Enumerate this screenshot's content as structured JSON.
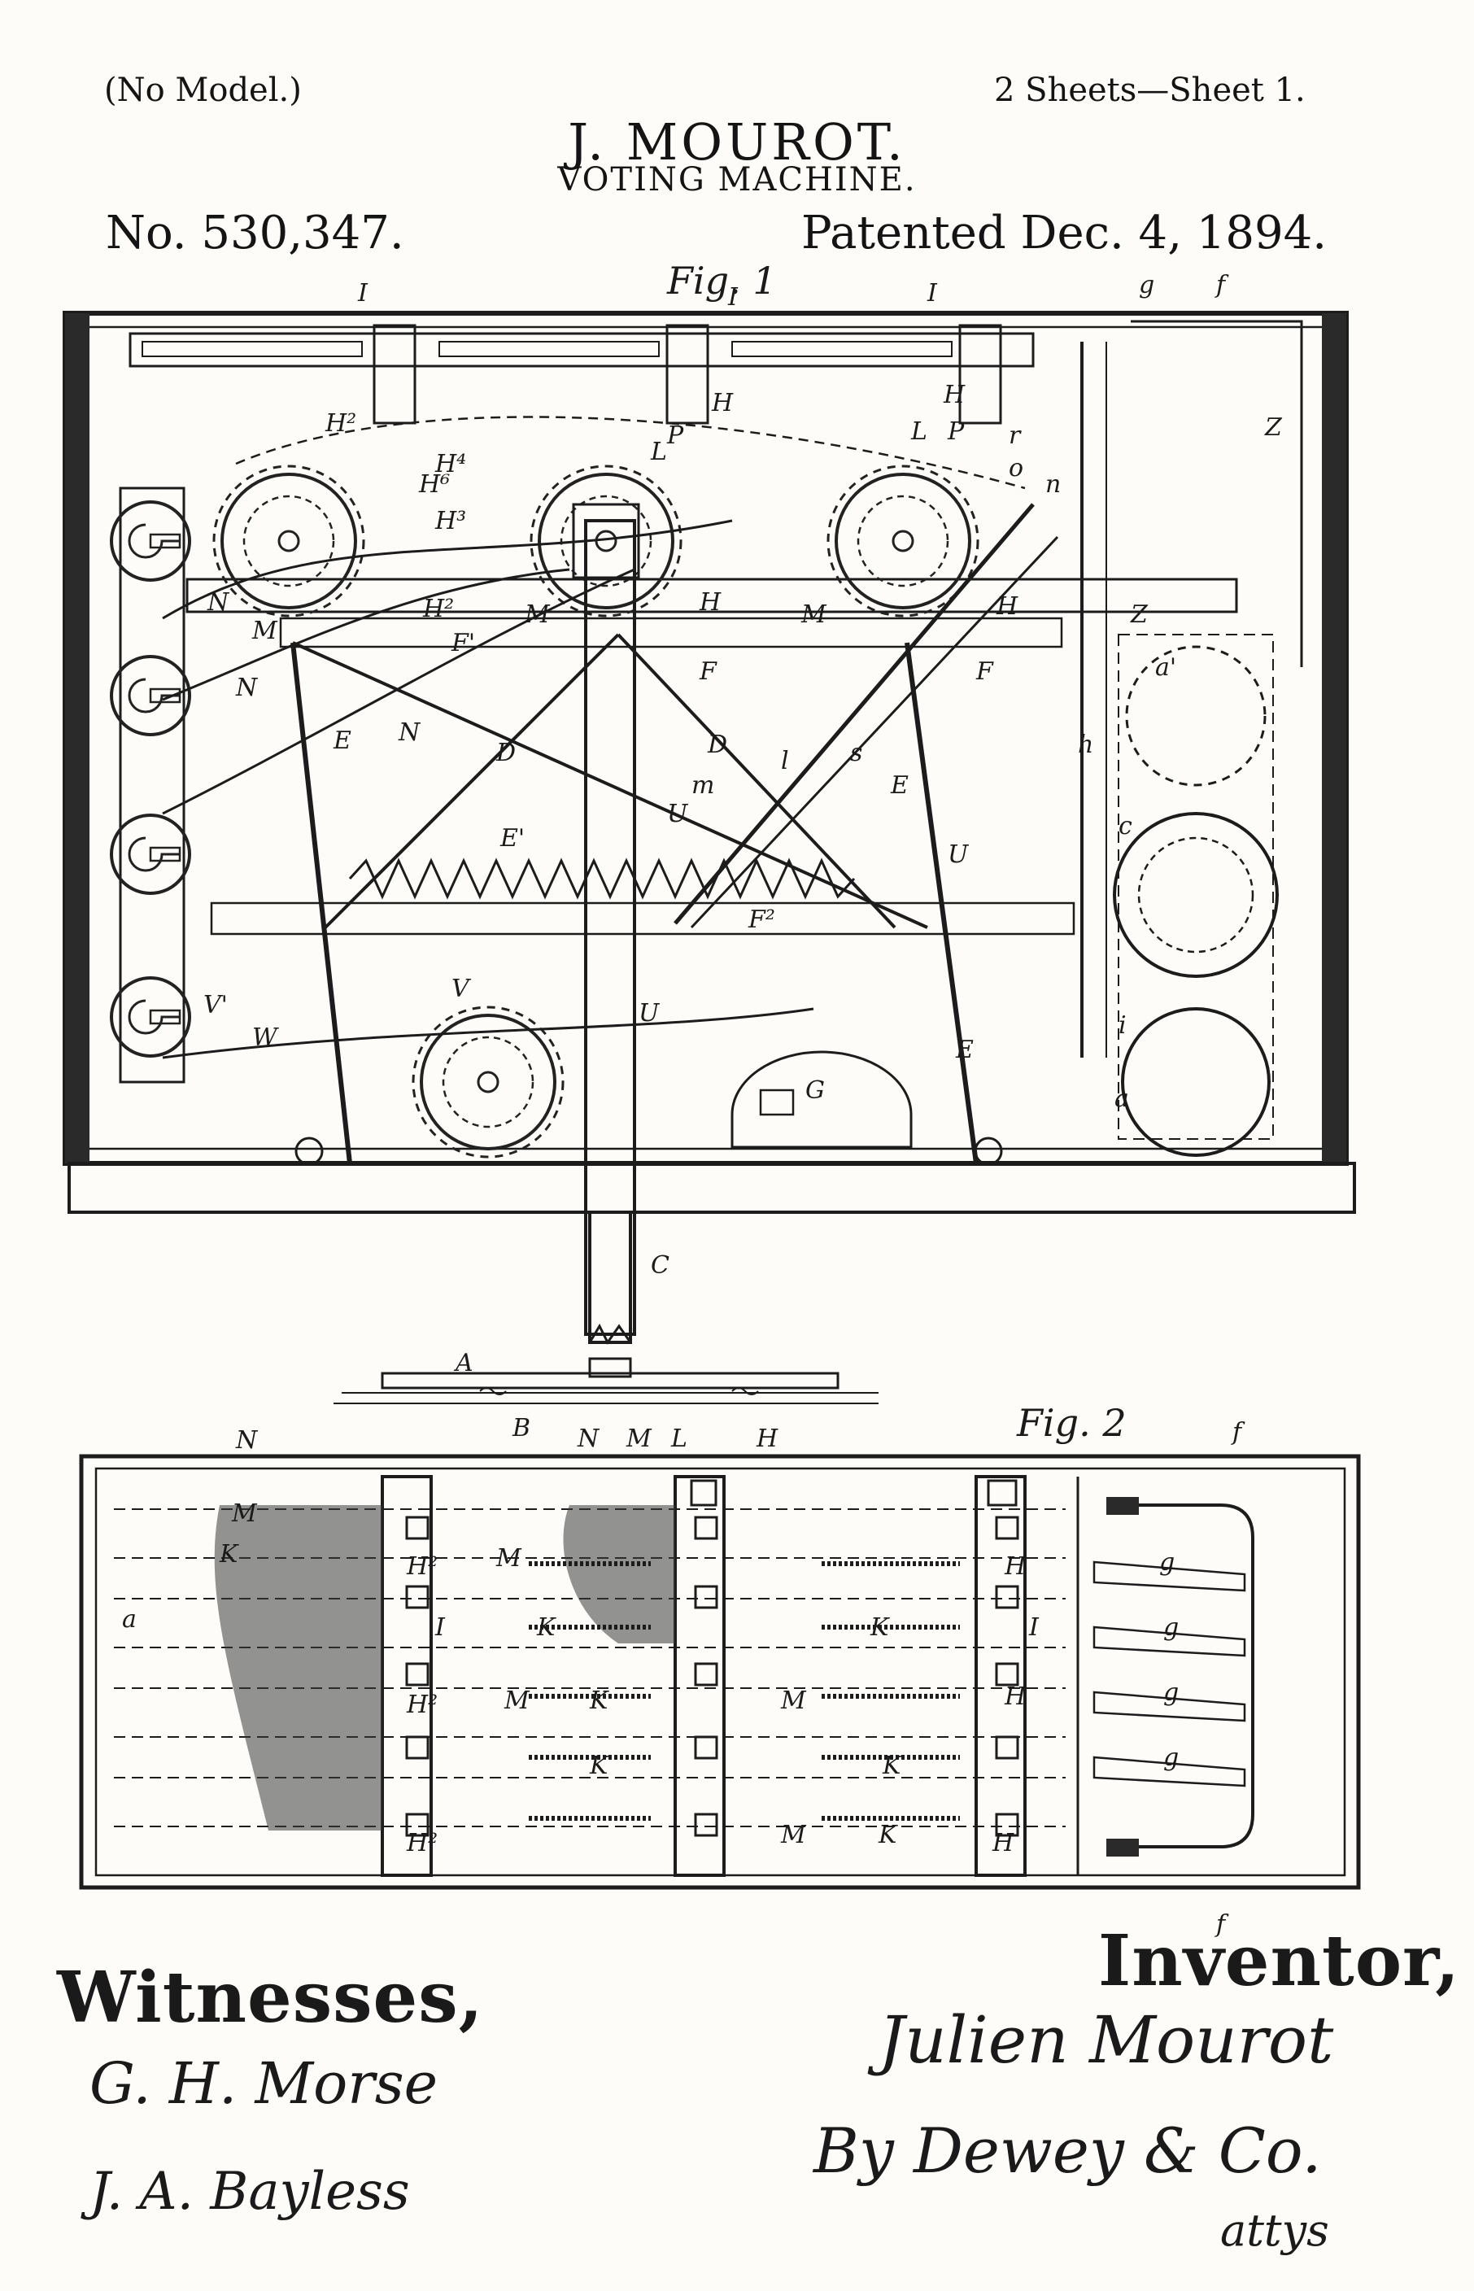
{
  "header": {
    "no_model": "(No Model.)",
    "sheets": "2 Sheets—Sheet 1.",
    "inventor_name": "J. MOUROT.",
    "invention_title": "VOTING MACHINE.",
    "patent_number": "No. 530,347.",
    "patent_date": "Patented Dec. 4, 1894."
  },
  "figures": {
    "fig1_label": "Fig. 1",
    "fig2_label": "Fig. 2"
  },
  "fig1_labels": [
    "I",
    "I",
    "I",
    "H",
    "H",
    "H²",
    "H⁴",
    "H⁶",
    "H³",
    "H²",
    "F'",
    "F",
    "F",
    "H",
    "H",
    "L",
    "L",
    "P",
    "P",
    "r",
    "o",
    "n",
    "g",
    "f",
    "Z",
    "Z",
    "N",
    "N",
    "N",
    "M",
    "M",
    "M",
    "E",
    "E",
    "E'",
    "D",
    "D",
    "l",
    "m",
    "s",
    "U",
    "U",
    "U",
    "F²",
    "V",
    "V'",
    "W",
    "G",
    "a'",
    "c",
    "h",
    "i",
    "a",
    "E",
    "C",
    "A",
    "B"
  ],
  "fig2_labels": [
    "N",
    "N",
    "M",
    "L",
    "H",
    "f",
    "M",
    "K",
    "a",
    "H²",
    "I",
    "M",
    "K",
    "H²",
    "H²",
    "M",
    "K",
    "K",
    "M",
    "K",
    "H",
    "I",
    "M",
    "K",
    "K",
    "H",
    "H",
    "g",
    "g",
    "g",
    "g",
    "f"
  ],
  "signatures": {
    "witnesses_label": "Witnesses,",
    "witness_1": "G. H. Morse",
    "witness_2": "J. A. Bayless",
    "inventor_label": "Inventor,",
    "inventor_signature": "Julien Mourot",
    "attorneys_signature": "By Dewey & Co.",
    "attorneys_suffix": "attys"
  }
}
